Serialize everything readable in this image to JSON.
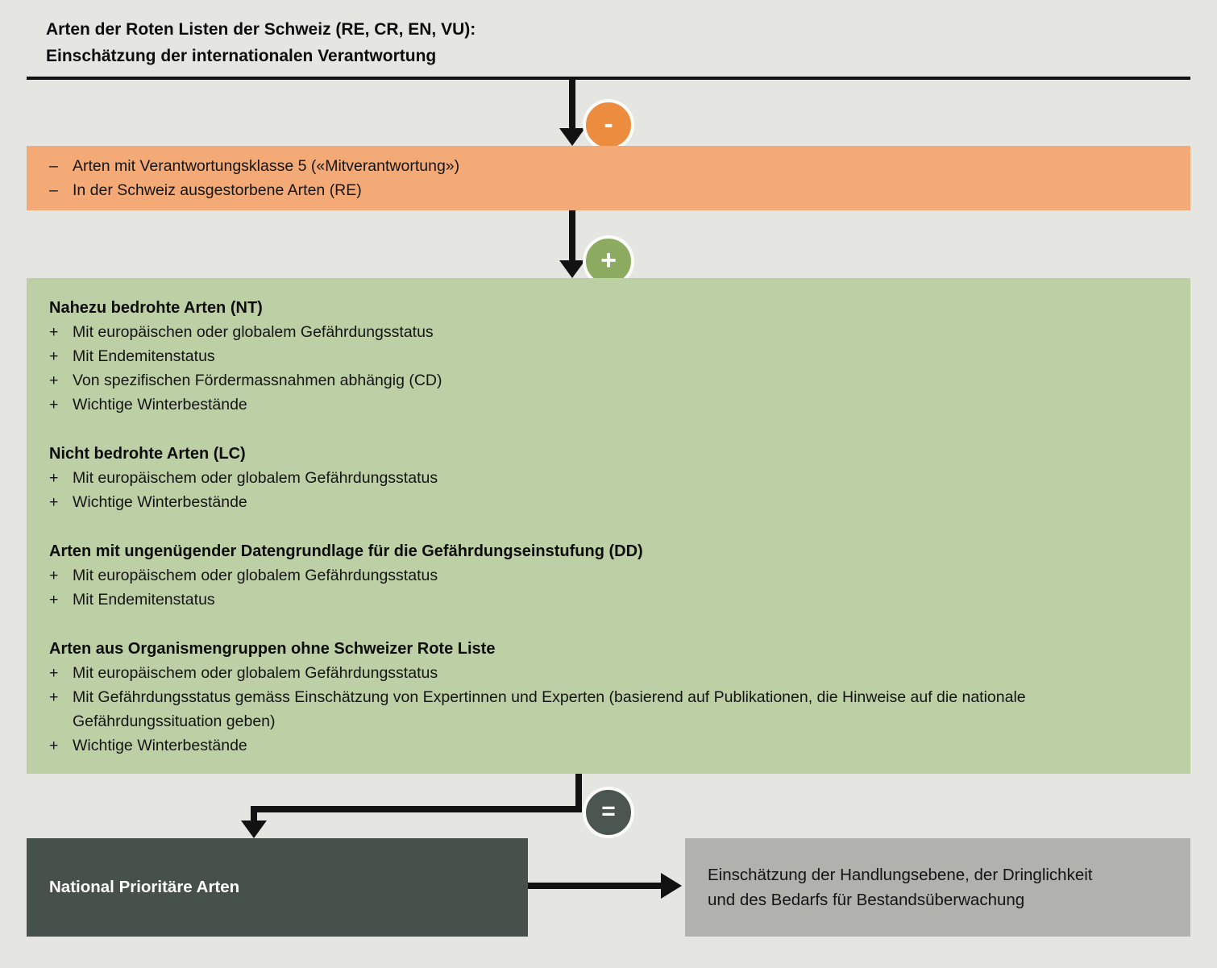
{
  "title": {
    "line1": "Arten der Roten Listen der Schweiz (RE, CR, EN, VU):",
    "line2": "Einschätzung der internationalen Verantwortung"
  },
  "badges": {
    "minus": "-",
    "plus": "+",
    "equals": "="
  },
  "markers": {
    "dash": "–",
    "plus": "+"
  },
  "exclusion_box": {
    "items": [
      "Arten mit Verantwortungsklasse 5 («Mitverantwortung»)",
      "In der Schweiz ausgestorbene Arten (RE)"
    ]
  },
  "inclusion_box": {
    "sections": [
      {
        "heading": "Nahezu bedrohte Arten (NT)",
        "items": [
          "Mit europäischen oder globalem Gefährdungsstatus",
          "Mit Endemitenstatus",
          "Von spezifischen Fördermassnahmen abhängig (CD)",
          "Wichtige Winterbestände"
        ]
      },
      {
        "heading": "Nicht bedrohte Arten (LC)",
        "items": [
          "Mit europäischem oder globalem Gefährdungsstatus",
          "Wichtige Winterbestände"
        ]
      },
      {
        "heading": "Arten mit ungenügender Datengrundlage für die Gefährdungseinstufung (DD)",
        "items": [
          "Mit europäischem oder globalem Gefährdungsstatus",
          "Mit Endemitenstatus"
        ]
      },
      {
        "heading": "Arten aus Organismengruppen ohne Schweizer Rote Liste",
        "items": [
          "Mit europäischem oder globalem Gefährdungsstatus",
          "Mit Gefährdungsstatus gemäss Einschätzung von Expertinnen und Experten (basierend auf Publikationen, die Hinweise auf die nationale Gefährdungssituation geben)",
          "Wichtige Winterbestände"
        ]
      }
    ]
  },
  "result_box": {
    "label": "National Prioritäre Arten"
  },
  "assessment_box": {
    "line1": "Einschätzung der Handlungsebene, der Dringlichkeit",
    "line2": "und des Bedarfs für Bestandsüberwachung"
  },
  "colors": {
    "background": "#e5e6e2",
    "orange_box": "#f3aa76",
    "orange_circle": "#ec8c3f",
    "green_box": "#bccfa5",
    "green_circle": "#8cab60",
    "equals_circle": "#4a564f",
    "dark_box": "#46514c",
    "gray_box": "#b1b1ae",
    "line": "#121212"
  }
}
